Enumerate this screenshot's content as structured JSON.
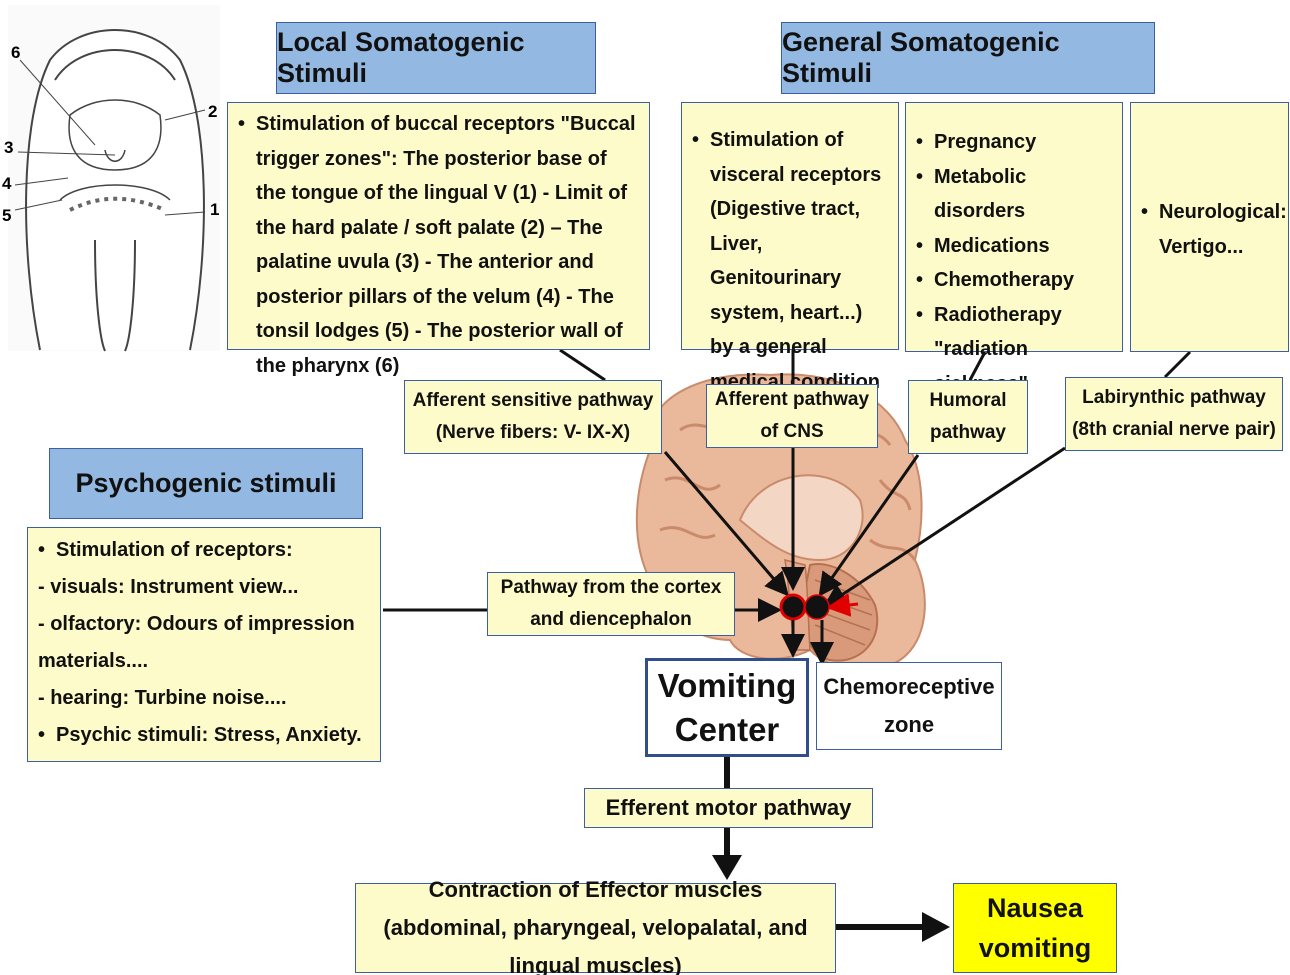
{
  "headers": {
    "local": "Local Somatogenic Stimuli",
    "general": "General Somatogenic Stimuli",
    "psycho": "Psychogenic stimuli"
  },
  "mouth_numbers": [
    "6",
    "2",
    "3",
    "4",
    "5",
    "1"
  ],
  "local_box": {
    "bullet": "Stimulation of buccal receptors \"Buccal trigger zones\":   The posterior base of the tongue of the lingual V (1) - Limit of the hard palate / soft palate (2) – The palatine uvula (3) - The anterior and posterior pillars of the velum (4) - The tonsil lodges (5) - The posterior wall of the pharynx (6)"
  },
  "visceral_box": {
    "bullet": "Stimulation of visceral receptors (Digestive tract, Liver, Genitourinary system, heart...) by a general medical condition"
  },
  "metabolic_box": {
    "items": [
      "Pregnancy",
      "Metabolic disorders",
      "Medications",
      "Chemotherapy",
      "Radiotherapy \"radiation sickness\""
    ]
  },
  "neuro_box": {
    "bullet": "Neurological: Vertigo..."
  },
  "pathways": {
    "afferent_sensitive": [
      "Afferent sensitive pathway",
      "(Nerve fibers: V- IX-X)"
    ],
    "afferent_cns": [
      "Afferent pathway",
      "of CNS"
    ],
    "humoral": [
      "Humoral",
      "pathway"
    ],
    "labyrinthic": [
      "Labirynthic  pathway",
      "(8th cranial nerve pair)"
    ],
    "cortex": [
      "Pathway from the cortex",
      "and diencephalon"
    ],
    "efferent": "Efferent motor pathway"
  },
  "psycho_box": {
    "lines": [
      "Stimulation of receptors:",
      "- visuals: Instrument view...",
      "- olfactory: Odours of impression materials....",
      "- hearing:  Turbine noise....",
      "Psychic stimuli: Stress, Anxiety."
    ]
  },
  "vomiting_center": [
    "Vomiting",
    "Center"
  ],
  "chemoreceptive": [
    "Chemoreceptive",
    "zone"
  ],
  "contraction": "Contraction of Effector muscles (abdominal, pharyngeal, velopalatal, and lingual muscles)",
  "outcome": [
    "Nausea",
    "vomiting"
  ],
  "colors": {
    "header_fill": "#93b8e2",
    "box_fill": "#fdfbc9",
    "border": "#3b5fa0",
    "outcome_fill": "#ffff00",
    "center_dot": "#e00000"
  }
}
